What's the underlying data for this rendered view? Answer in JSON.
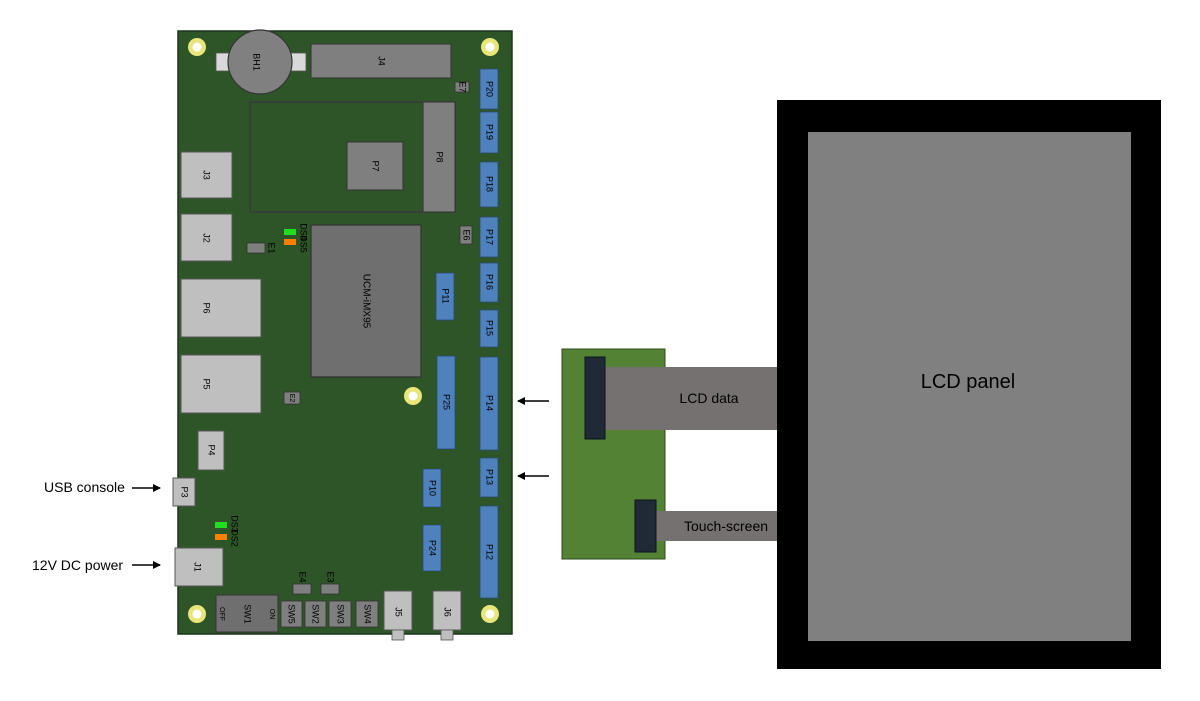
{
  "colors": {
    "board": "#2e5528",
    "board_border": "#1c331a",
    "blue_header": "#4f81bd",
    "gray_connector": "#bfbfbf",
    "dark_gray_module": "#6f6f6f",
    "socket_frame": "#3a3a3a",
    "adapter_board": "#548235",
    "flex_cable": "#767171",
    "lcd_bezel": "#000000",
    "lcd_active": "#808080",
    "led_green": "#22dd22",
    "led_orange": "#ff7f00"
  },
  "board": {
    "battery": "BH1",
    "j4": "J4",
    "som": "UCM-iMX95",
    "p7": "P7",
    "p8": "P8",
    "e7": "E7",
    "e6": "E6",
    "e1": "E1",
    "e2": "E2",
    "e3": "E3",
    "e4": "E4",
    "j1": "J1",
    "j2": "J2",
    "j3": "J3",
    "j5": "J5",
    "j6": "J6",
    "p3": "P3",
    "p4": "P4",
    "p5": "P5",
    "p6": "P6",
    "leds": {
      "ds4": "DS4",
      "ds5": "DS5",
      "ds3": "DS3",
      "ds2": "DS2"
    },
    "headers": {
      "p20": "P20",
      "p19": "P19",
      "p18": "P18",
      "p17": "P17",
      "p16": "P16",
      "p15": "P15",
      "p14": "P14",
      "p13": "P13",
      "p12": "P12",
      "p11": "P11",
      "p25": "P25",
      "p10": "P10",
      "p24": "P24"
    },
    "switches": {
      "sw1": "SW1",
      "sw1_off": "OFF",
      "sw1_on": "ON",
      "sw5": "SW5",
      "sw2": "SW2",
      "sw3": "SW3",
      "sw4": "SW4"
    }
  },
  "labels": {
    "usb_console": "USB console",
    "dc_power": "12V DC power",
    "lcd_data": "LCD data",
    "touch_screen": "Touch-screen",
    "lcd_panel": "LCD panel"
  }
}
